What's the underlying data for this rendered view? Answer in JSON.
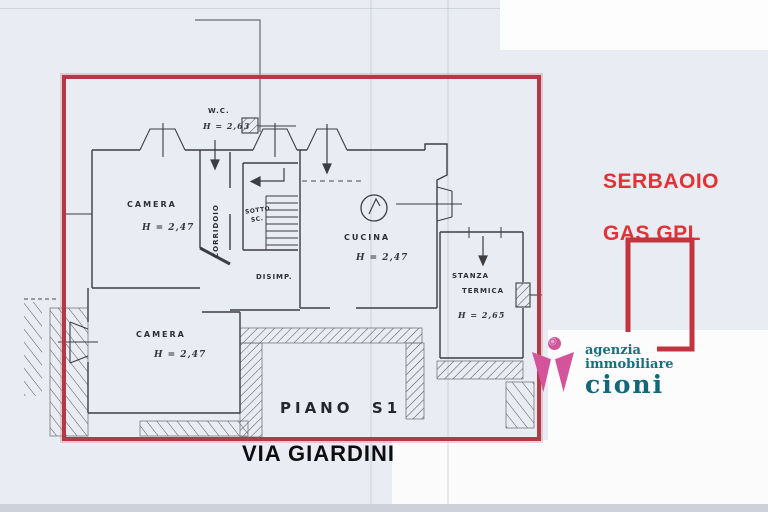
{
  "plan": {
    "camera_top": {
      "label": "CAMERA",
      "height": "H = 2,47"
    },
    "wc": {
      "label": "W.C.",
      "height": "H = 2,63"
    },
    "corridoio": {
      "label": "CORRIDOIO"
    },
    "sotto_scala": {
      "label": "SOTTO",
      "label2": "SC."
    },
    "cucina": {
      "label": "CUCINA",
      "height": "H = 2,47"
    },
    "disimpegno": {
      "label": "DISIMP."
    },
    "camera_bottom": {
      "label": "CAMERA",
      "height": "H = 2,47"
    },
    "stanza_termica": {
      "label": "STANZA",
      "label2": "TERMICA",
      "height": "H = 2,65"
    },
    "floor_label": "PIANO  S1",
    "street_label": "VIA GIARDINI"
  },
  "annotation": {
    "line1": "SERBAOIO",
    "line2": "GAS GPL"
  },
  "logo": {
    "line1": "agenzia",
    "line2": "immobiliare",
    "line3": "cioni"
  },
  "colors": {
    "frame_red": "#b03a45",
    "annotation_red": "#e13336",
    "logo_teal": "#15707f",
    "logo_pink": "#d4549b",
    "paper": "#e9ecf3"
  }
}
